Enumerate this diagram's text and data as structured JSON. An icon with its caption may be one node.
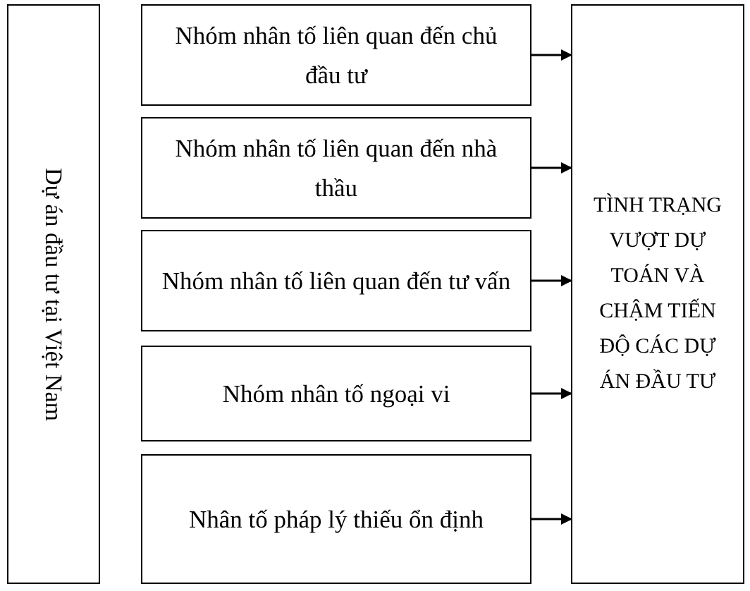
{
  "diagram": {
    "nodes": [
      {
        "text": [
          "Dự án đầu tư tại Việt Nam"
        ]
      },
      {
        "text": [
          "Nhóm nhân tố liên quan đến chủ đầu tư"
        ]
      },
      {
        "text": [
          "Nhóm nhân tố liên quan đến nhà thầu"
        ]
      },
      {
        "text": [
          "Nhóm nhân tố liên quan đến tư vấn"
        ]
      },
      {
        "text": [
          "Nhóm nhân tố ngoại vi"
        ]
      },
      {
        "text": [
          "Nhân tố pháp lý thiếu ổn định"
        ]
      },
      {
        "text": [
          "TÌNH TRẠNG VƯỢT DỰ TOÁN VÀ CHẬM TIẾN ĐỘ CÁC DỰ ÁN ĐẦU TƯ"
        ]
      }
    ],
    "edges": [
      {
        "from": 1,
        "to": 6,
        "arrow": "to"
      },
      {
        "from": 2,
        "to": 6,
        "arrow": "to"
      },
      {
        "from": 3,
        "to": 6,
        "arrow": "to"
      },
      {
        "from": 4,
        "to": 6,
        "arrow": "to"
      },
      {
        "from": 5,
        "to": 6,
        "arrow": "to"
      }
    ]
  }
}
